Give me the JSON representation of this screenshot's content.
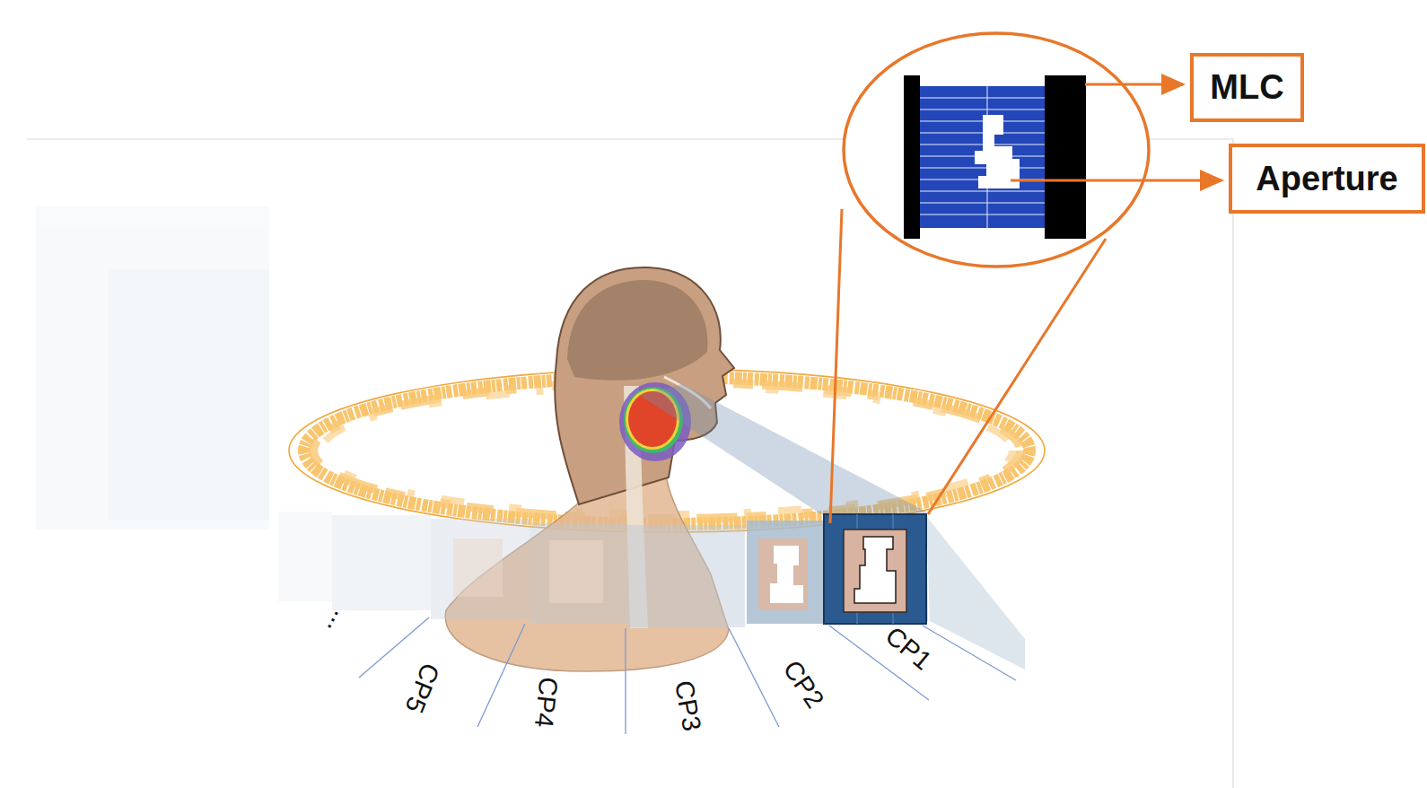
{
  "diagram": {
    "nodes": [
      {
        "text": [
          "MLC"
        ]
      },
      {
        "text": [
          "Aperture"
        ]
      }
    ],
    "labels": [
      "...",
      "CP5",
      "CP4",
      "CP3",
      "CP2",
      "CP1"
    ]
  }
}
